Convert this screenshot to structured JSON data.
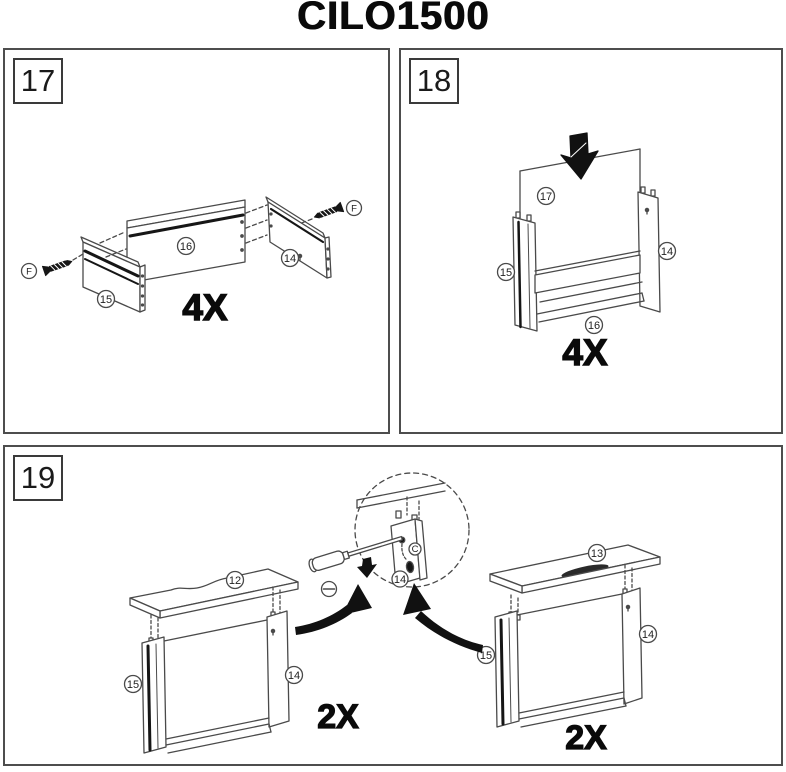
{
  "title": "CILO1500",
  "step17": {
    "number": "17",
    "quantity": "4X",
    "labels": {
      "part15": "15",
      "part16": "16",
      "part14": "14",
      "screwLeft": "F",
      "screwRight": "F"
    }
  },
  "step18": {
    "number": "18",
    "quantity": "4X",
    "labels": {
      "part17": "17",
      "part15": "15",
      "part14": "14",
      "part16": "16"
    }
  },
  "step19": {
    "number": "19",
    "left": {
      "quantity": "2X",
      "labels": {
        "part12": "12",
        "part15": "15",
        "part14": "14"
      }
    },
    "right": {
      "quantity": "2X",
      "labels": {
        "part13": "13",
        "part15": "15",
        "part14": "14"
      }
    },
    "detail": {
      "labels": {
        "camLock": "C",
        "part14": "14"
      }
    }
  },
  "colors": {
    "line": "#4a4a4a",
    "dark": "#161616",
    "panelBorder": "#4d4d4d"
  }
}
